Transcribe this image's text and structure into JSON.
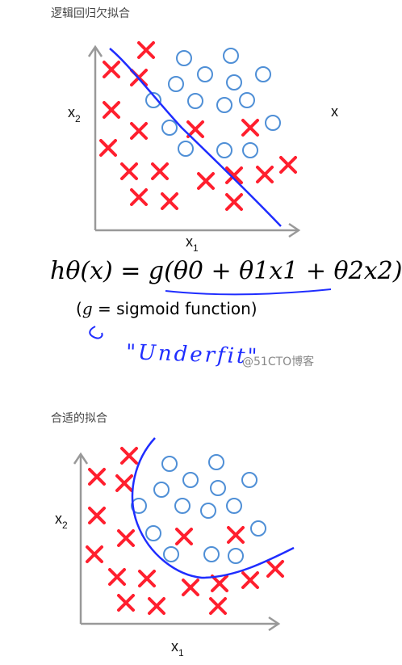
{
  "section1": {
    "heading": "逻辑回归欠拟合",
    "x1_label": "x",
    "x1_sub": "1",
    "x2_label": "x",
    "x2_sub": "2",
    "stray_label": "x",
    "formula": "hθ(x) = g(θ0 + θ1x1 + θ2x2)",
    "note_open": "(",
    "note_g": "g",
    "note_rest": " = sigmoid function)",
    "handwritten": "\"Underfit\"",
    "watermark": "@51CTO博客"
  },
  "section2": {
    "heading": "合适的拟合",
    "x1_label": "x",
    "x1_sub": "1",
    "x2_label": "x",
    "x2_sub": "2"
  },
  "colors": {
    "cross": "#ff1f2e",
    "circle": "#4f8fd6",
    "boundary": "#1f2dff",
    "axis": "#999999"
  },
  "markers": {
    "cross_icon": "x-mark",
    "circle_icon": "circle-mark"
  }
}
